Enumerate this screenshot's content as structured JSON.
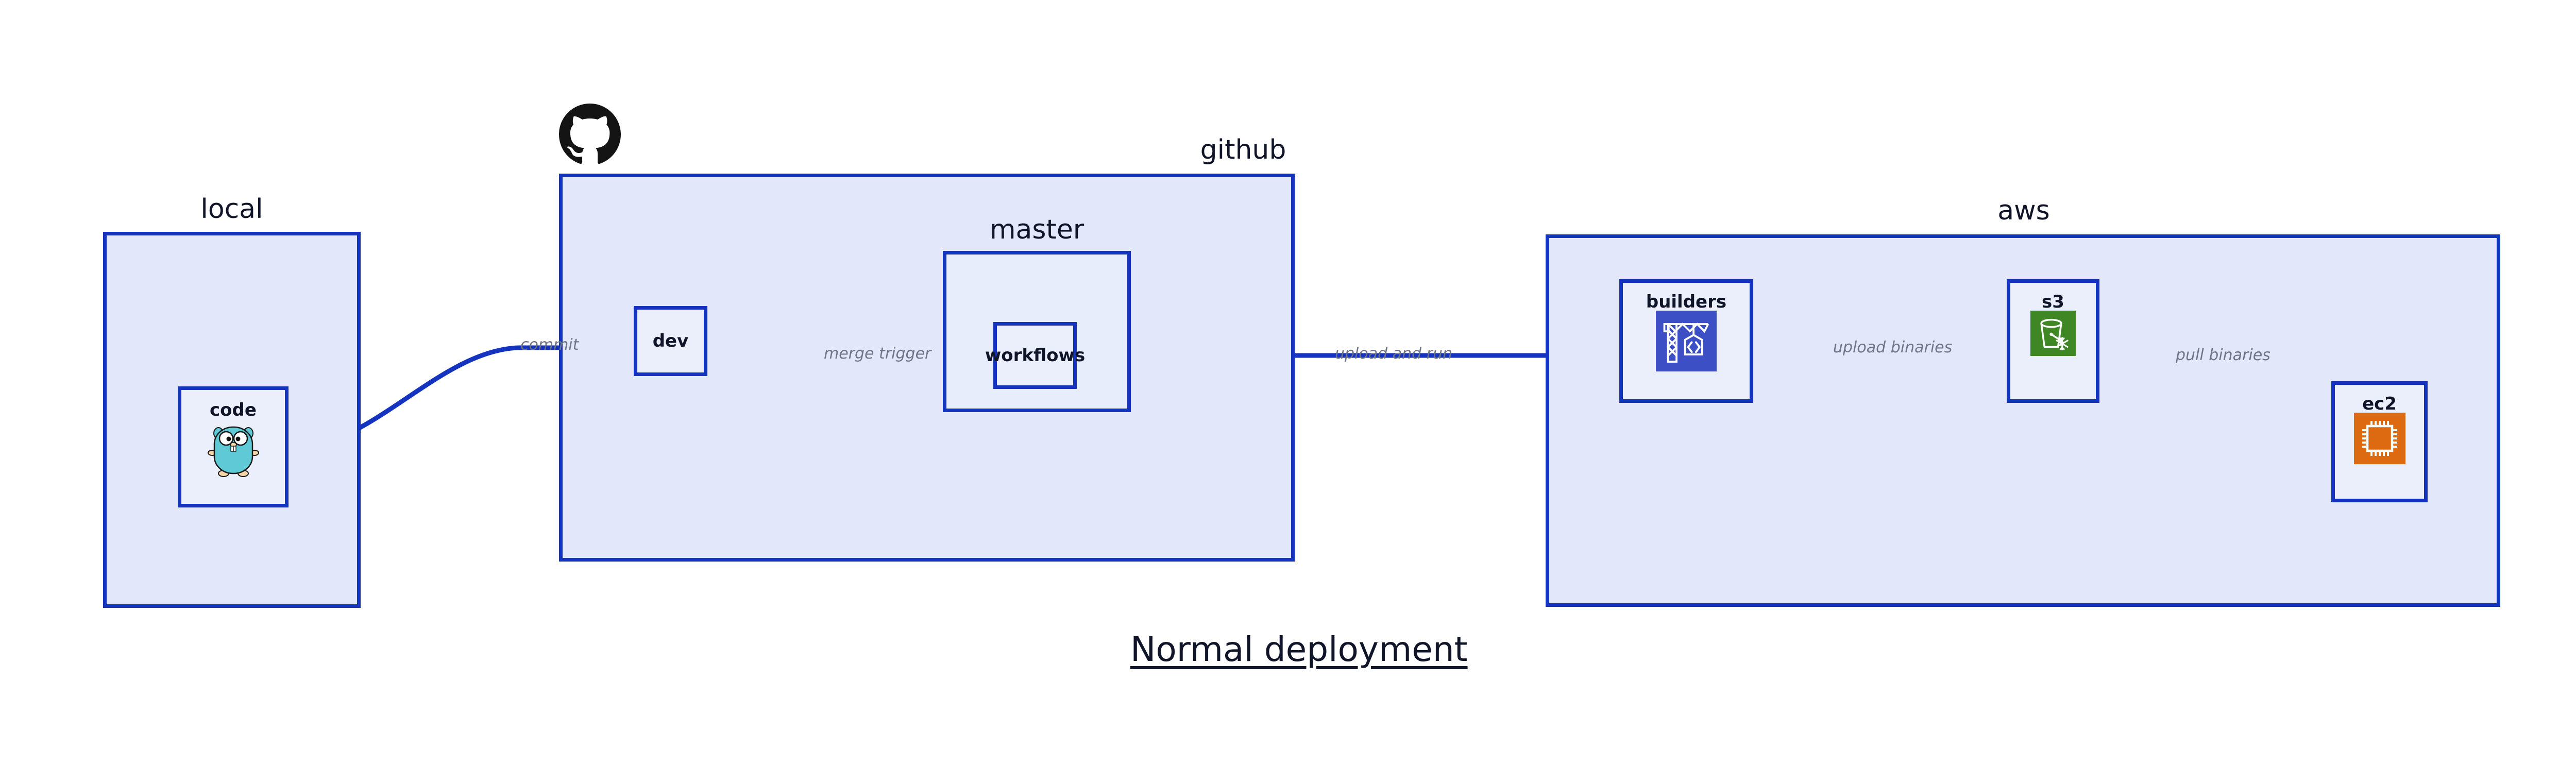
{
  "diagram": {
    "title": "Normal deployment",
    "accent_border": "#1433bf",
    "group_fill": "#e2e7fa",
    "nested_group_fill": "#e8edfb",
    "node_fill": "#eaeffb",
    "label_color": "#111529",
    "edge_label_color": "#6e7585",
    "background": "#ffffff"
  },
  "groups": [
    {
      "id": "local",
      "label": "local",
      "nodes": [
        {
          "id": "code",
          "label": "code",
          "icon": "go-gopher-icon"
        }
      ]
    },
    {
      "id": "github",
      "label": "github",
      "logo": "github-octocat-icon",
      "nodes": [
        {
          "id": "dev",
          "label": "dev",
          "icon": null
        }
      ],
      "subgroups": [
        {
          "id": "master",
          "label": "master",
          "nodes": [
            {
              "id": "workflows",
              "label": "workflows",
              "icon": null
            }
          ]
        }
      ]
    },
    {
      "id": "aws",
      "label": "aws",
      "nodes": [
        {
          "id": "builders",
          "label": "builders",
          "icon": "aws-codebuild-icon",
          "icon_color": "#3d4fc4"
        },
        {
          "id": "s3",
          "label": "s3",
          "icon": "aws-s3-glacier-icon",
          "icon_color": "#3f8624"
        },
        {
          "id": "ec2",
          "label": "ec2",
          "icon": "aws-ec2-icon",
          "icon_color": "#dd6a10"
        }
      ]
    }
  ],
  "edges": [
    {
      "id": "commit",
      "label": "commit",
      "from": "code",
      "to": "dev"
    },
    {
      "id": "merge-trigger",
      "label": "merge trigger",
      "from": "dev",
      "to": "workflows"
    },
    {
      "id": "upload-and-run",
      "label": "upload and run",
      "from": "workflows",
      "to": "builders"
    },
    {
      "id": "upload-binaries",
      "label": "upload binaries",
      "from": "builders",
      "to": "s3"
    },
    {
      "id": "pull-binaries",
      "label": "pull binaries",
      "from": "s3",
      "to": "ec2"
    }
  ]
}
